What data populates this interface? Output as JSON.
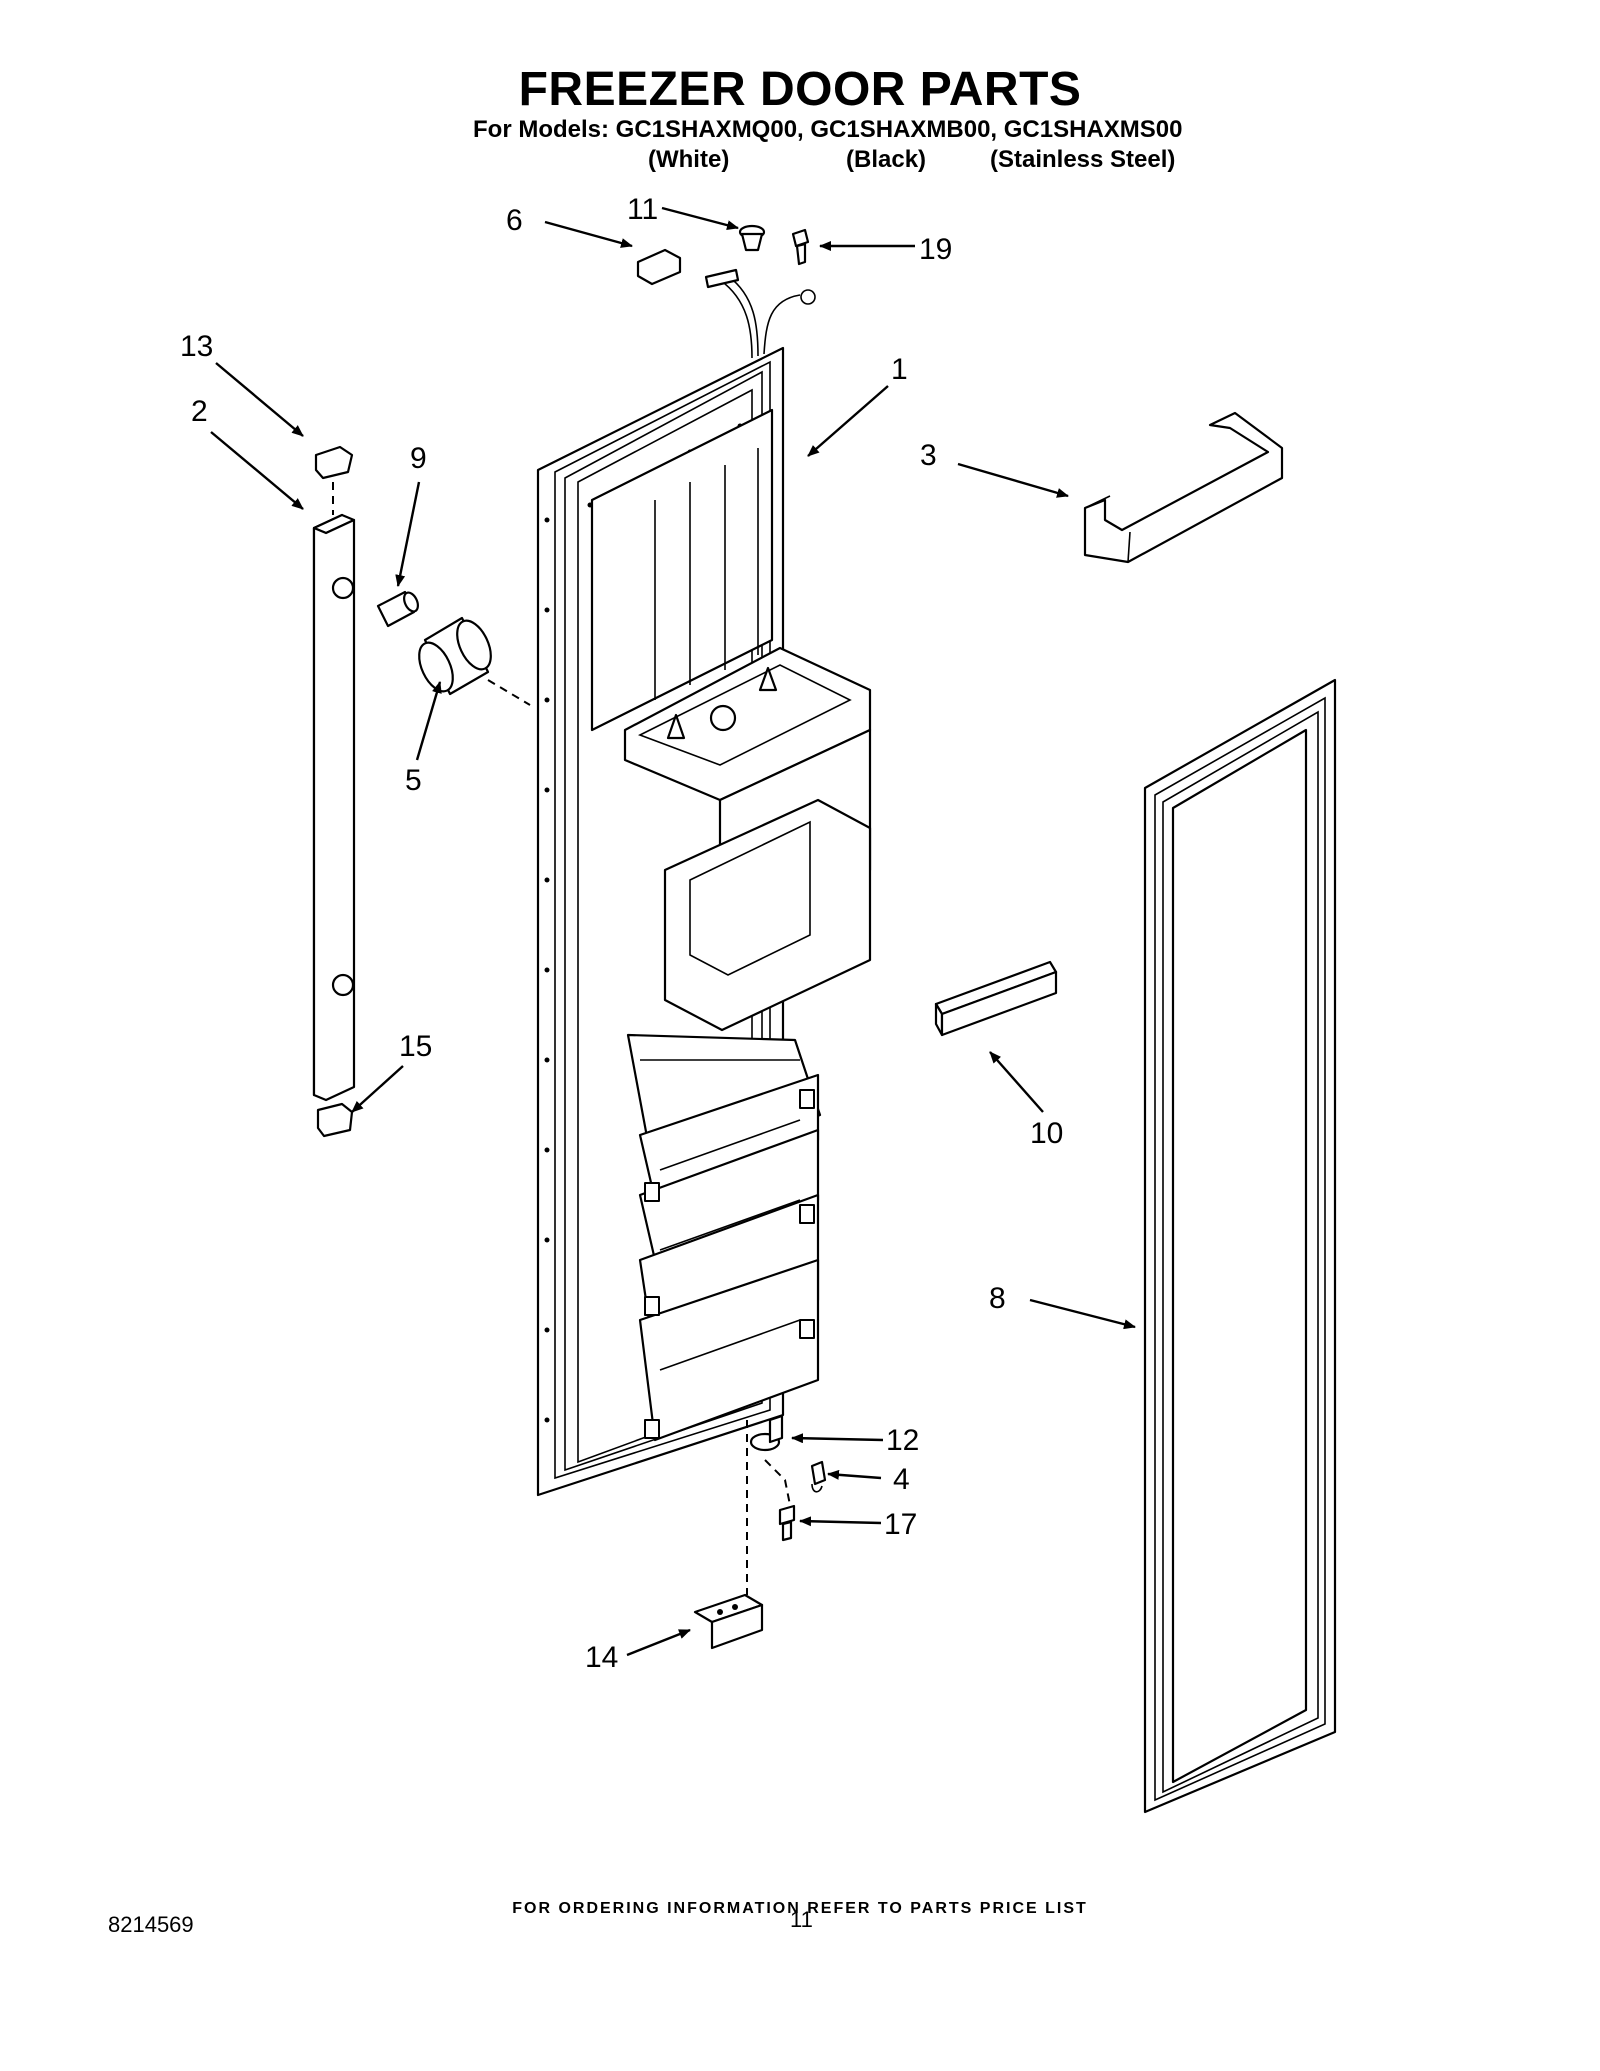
{
  "header": {
    "title": "FREEZER DOOR PARTS",
    "models_line": "For Models: GC1SHAXMQ00, GC1SHAXMB00, GC1SHAXMS00",
    "colors": [
      "(White)",
      "(Black)",
      "(Stainless Steel)"
    ]
  },
  "callouts": [
    "1",
    "2",
    "3",
    "4",
    "5",
    "6",
    "8",
    "9",
    "10",
    "11",
    "12",
    "13",
    "14",
    "15",
    "17",
    "19"
  ],
  "footer": {
    "note": "FOR ORDERING INFORMATION REFER TO PARTS PRICE LIST",
    "document_number": "8214569",
    "page_number": "11"
  }
}
